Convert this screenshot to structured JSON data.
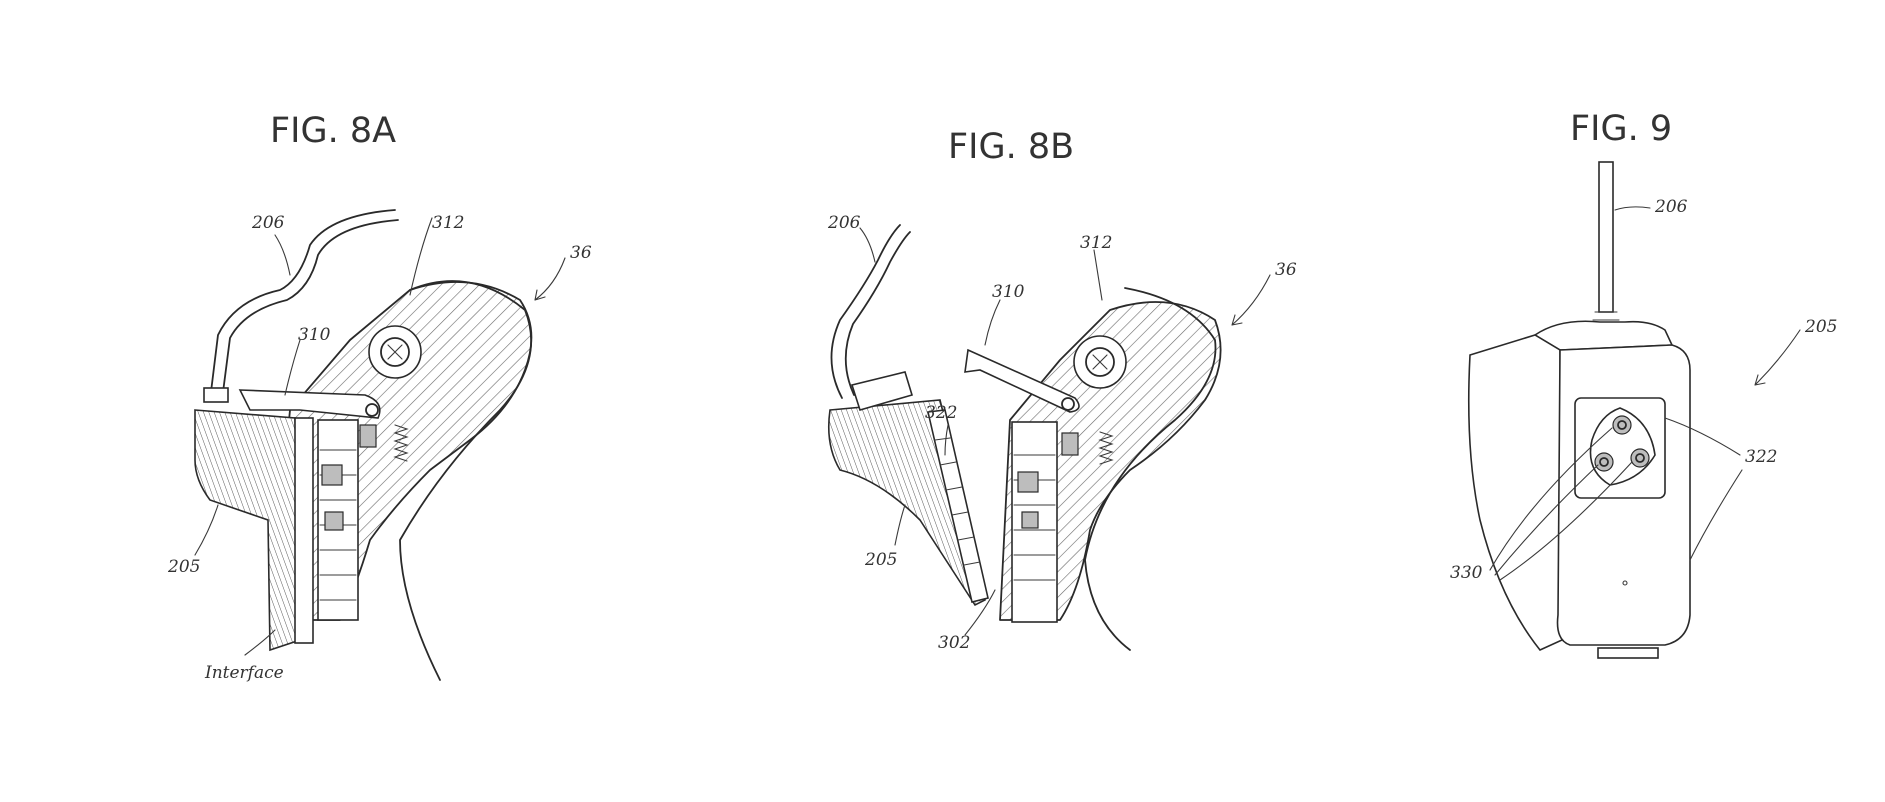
{
  "figures": [
    {
      "title": "FIG. 8A",
      "labels": {
        "cable": "206",
        "pivot": "312",
        "assembly": "36",
        "latch": "310",
        "module": "205",
        "interface": "Interface"
      }
    },
    {
      "title": "FIG. 8B",
      "labels": {
        "cable": "206",
        "pivot": "312",
        "assembly": "36",
        "latch": "310",
        "contacts": "322",
        "module": "205",
        "base": "302"
      }
    },
    {
      "title": "FIG. 9",
      "labels": {
        "cable": "206",
        "module": "205",
        "contacts": "322",
        "pins": "330"
      }
    }
  ]
}
